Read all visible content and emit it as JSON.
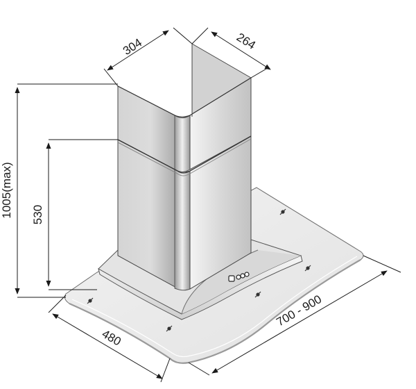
{
  "dimensions": {
    "chimney_width": "304",
    "chimney_depth": "264",
    "total_height_max": "1005(max)",
    "chimney_height": "530",
    "canopy_depth": "480",
    "canopy_width_range": "700 - 900"
  },
  "colors": {
    "line": "#1a1a1a",
    "steel_light": "#e6e6e6",
    "steel_mid": "#c9c9c9",
    "steel_dark": "#8c8c8c",
    "glass": "#eeeeee",
    "glass_edge": "#f8f8f8"
  }
}
